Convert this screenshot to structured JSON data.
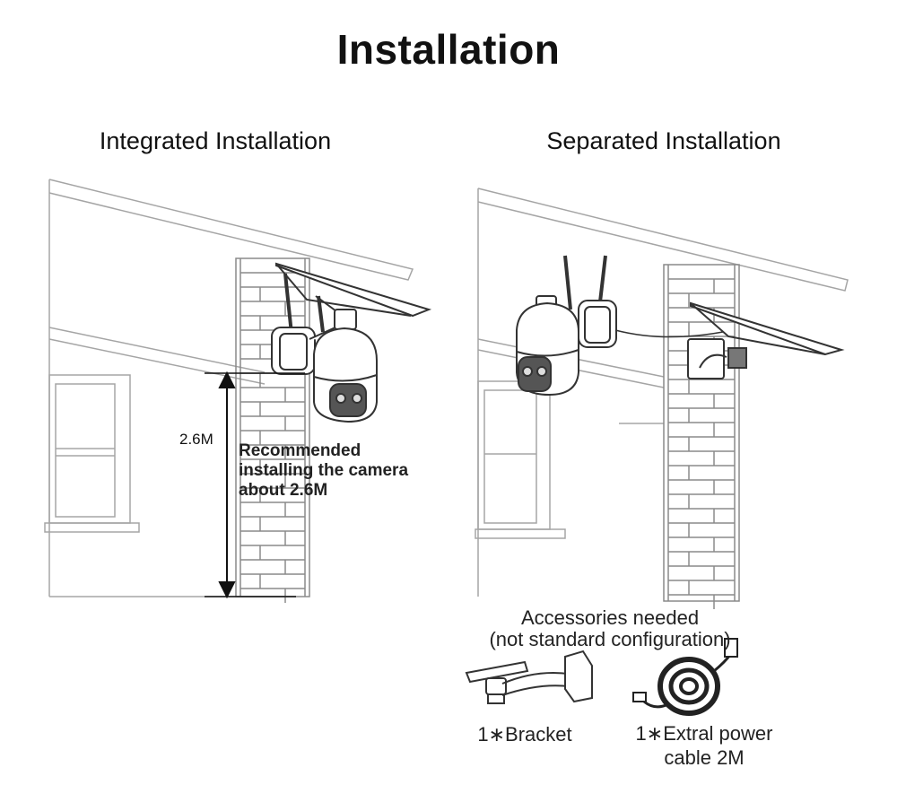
{
  "title": "Installation",
  "left": {
    "heading": "Integrated Installation",
    "height_label": "2.6M",
    "recommend_lines": [
      "Recommended",
      "installing the camera",
      "about 2.6M"
    ]
  },
  "right": {
    "heading": "Separated Installation",
    "accessories_lines": [
      "Accessories needed",
      "(not standard configuration)"
    ],
    "bracket_label": "1∗Bracket",
    "cable_lines": [
      "1∗Extral power",
      "cable 2M"
    ]
  },
  "icons": [
    "house-wall",
    "brick-pillar",
    "solar-panel",
    "ptz-camera",
    "wall-bracket",
    "power-cable-coil",
    "height-arrow"
  ],
  "colors": {
    "line": "#9a9a9a",
    "dark": "#333333",
    "text": "#111111"
  }
}
